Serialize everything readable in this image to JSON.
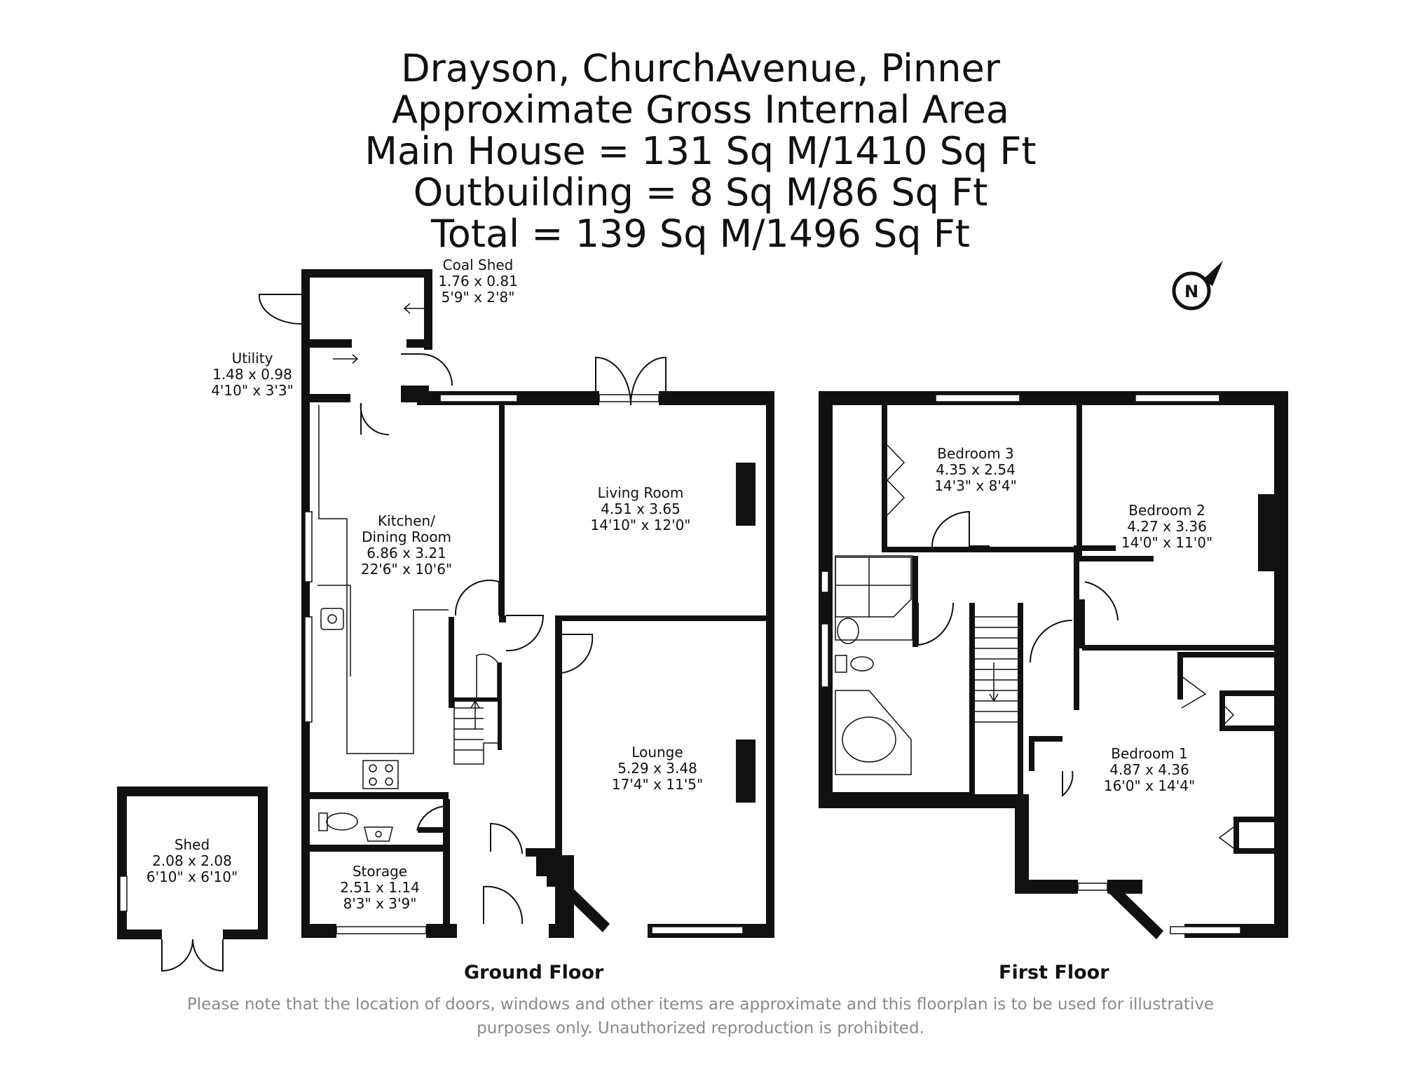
{
  "header": {
    "line1": "Drayson, ChurchAvenue, Pinner",
    "line2": "Approximate Gross Internal Area",
    "line3": "Main House = 131 Sq M/1410 Sq Ft",
    "line4": "Outbuilding = 8 Sq M/86 Sq Ft",
    "line5": "Total = 139 Sq M/1496 Sq Ft"
  },
  "rooms": {
    "coal_shed": {
      "name": "Coal Shed",
      "metric": "1.76 x 0.81",
      "imperial": "5'9\" x 2'8\""
    },
    "utility": {
      "name": "Utility",
      "metric": "1.48 x 0.98",
      "imperial": "4'10\" x 3'3\""
    },
    "kitchen": {
      "name1": "Kitchen/",
      "name2": "Dining Room",
      "metric": "6.86 x 3.21",
      "imperial": "22'6\" x 10'6\""
    },
    "living": {
      "name": "Living Room",
      "metric": "4.51 x 3.65",
      "imperial": "14'10\" x 12'0\""
    },
    "lounge": {
      "name": "Lounge",
      "metric": "5.29 x 3.48",
      "imperial": "17'4\" x 11'5\""
    },
    "storage": {
      "name": "Storage",
      "metric": "2.51 x 1.14",
      "imperial": "8'3\" x 3'9\""
    },
    "shed": {
      "name": "Shed",
      "metric": "2.08 x 2.08",
      "imperial": "6'10\" x 6'10\""
    },
    "bedroom3": {
      "name": "Bedroom 3",
      "metric": "4.35 x 2.54",
      "imperial": "14'3\" x 8'4\""
    },
    "bedroom2": {
      "name": "Bedroom 2",
      "metric": "4.27 x 3.36",
      "imperial": "14'0\" x 11'0\""
    },
    "bedroom1": {
      "name": "Bedroom 1",
      "metric": "4.87 x 4.36",
      "imperial": "16'0\" x 14'4\""
    }
  },
  "compass": {
    "letter": "N",
    "icon": "north-arrow-icon"
  },
  "floors": {
    "ground": "Ground Floor",
    "first": "First Floor"
  },
  "disclaimer": {
    "line1": "Please note that the location of doors, windows and other items are approximate and this floorplan is to be used for illustrative",
    "line2": "purposes only. Unauthorized reproduction is prohibited."
  }
}
